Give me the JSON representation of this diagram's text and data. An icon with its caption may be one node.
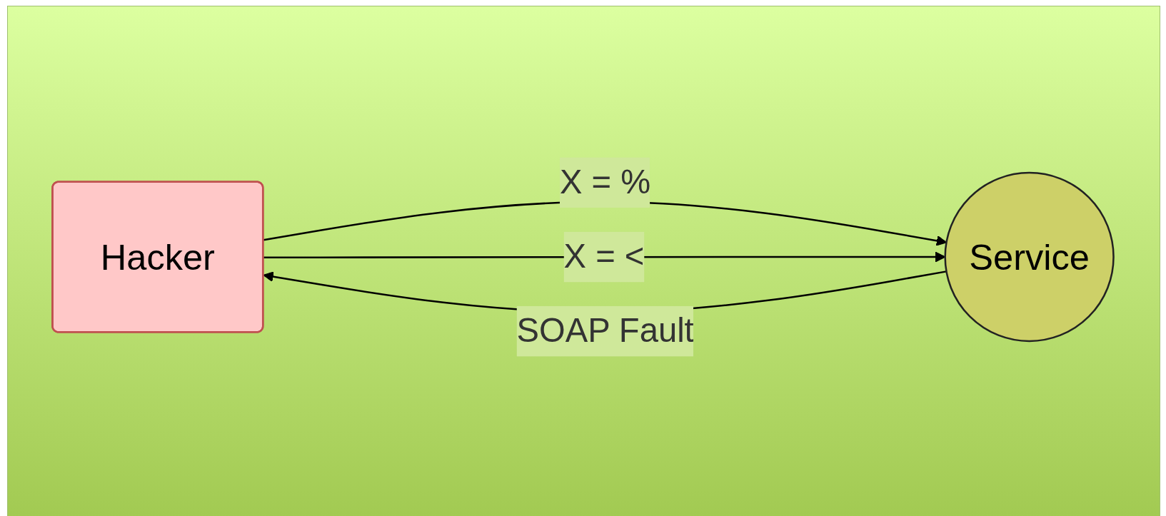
{
  "diagram": {
    "nodes": [
      {
        "text": [
          "Hacker"
        ]
      },
      {
        "text": [
          "Service"
        ]
      }
    ],
    "edges": [
      {
        "from": 0,
        "to": 1,
        "arrow": "to",
        "label": "X = %"
      },
      {
        "from": 1,
        "to": 0,
        "arrow": "to",
        "label": "SOAP Fault"
      },
      {
        "from": 0,
        "to": 1,
        "arrow": "to",
        "label": "X = <"
      }
    ]
  }
}
